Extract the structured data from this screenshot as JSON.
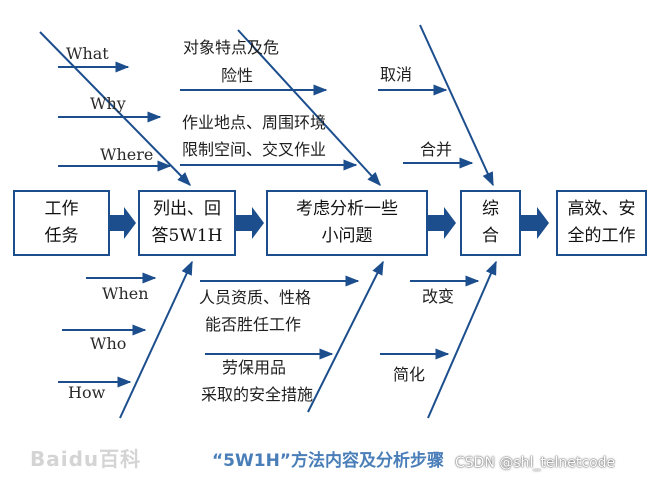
{
  "left_labels": [
    "What",
    "Why",
    "Where",
    "When",
    "Who",
    "How"
  ],
  "boxes": {
    "box1": [
      "工作",
      "任务"
    ],
    "box2": [
      "列出、回",
      "答5W1H"
    ],
    "box3": [
      "考虑分析一些",
      "小问题"
    ],
    "box4": [
      "综",
      "合"
    ],
    "box5": [
      "高效、安",
      "全的工作"
    ]
  },
  "branch_labels": {
    "object_features": [
      "对象特点及危",
      "险性"
    ],
    "work_location": [
      "作业地点、周围环境",
      "限制空间、交叉作业"
    ],
    "personnel": [
      "人员资质、性格",
      "能否胜任工作"
    ],
    "protective": [
      "劳保用品",
      "采取的安全措施"
    ],
    "cancel": "取消",
    "merge": "合并",
    "change": "改变",
    "simplify": "简化"
  },
  "caption": "“5W1H”方法内容及分析步骤",
  "watermarks": {
    "baidu": "Baidu百科",
    "csdn": "CSDN @shl_telnetcode"
  },
  "colors": {
    "line": "#1c4e8e",
    "box_border": "#1c4e8e",
    "arrow_fill": "#1c4e8e",
    "caption": "#4a7eb8"
  }
}
